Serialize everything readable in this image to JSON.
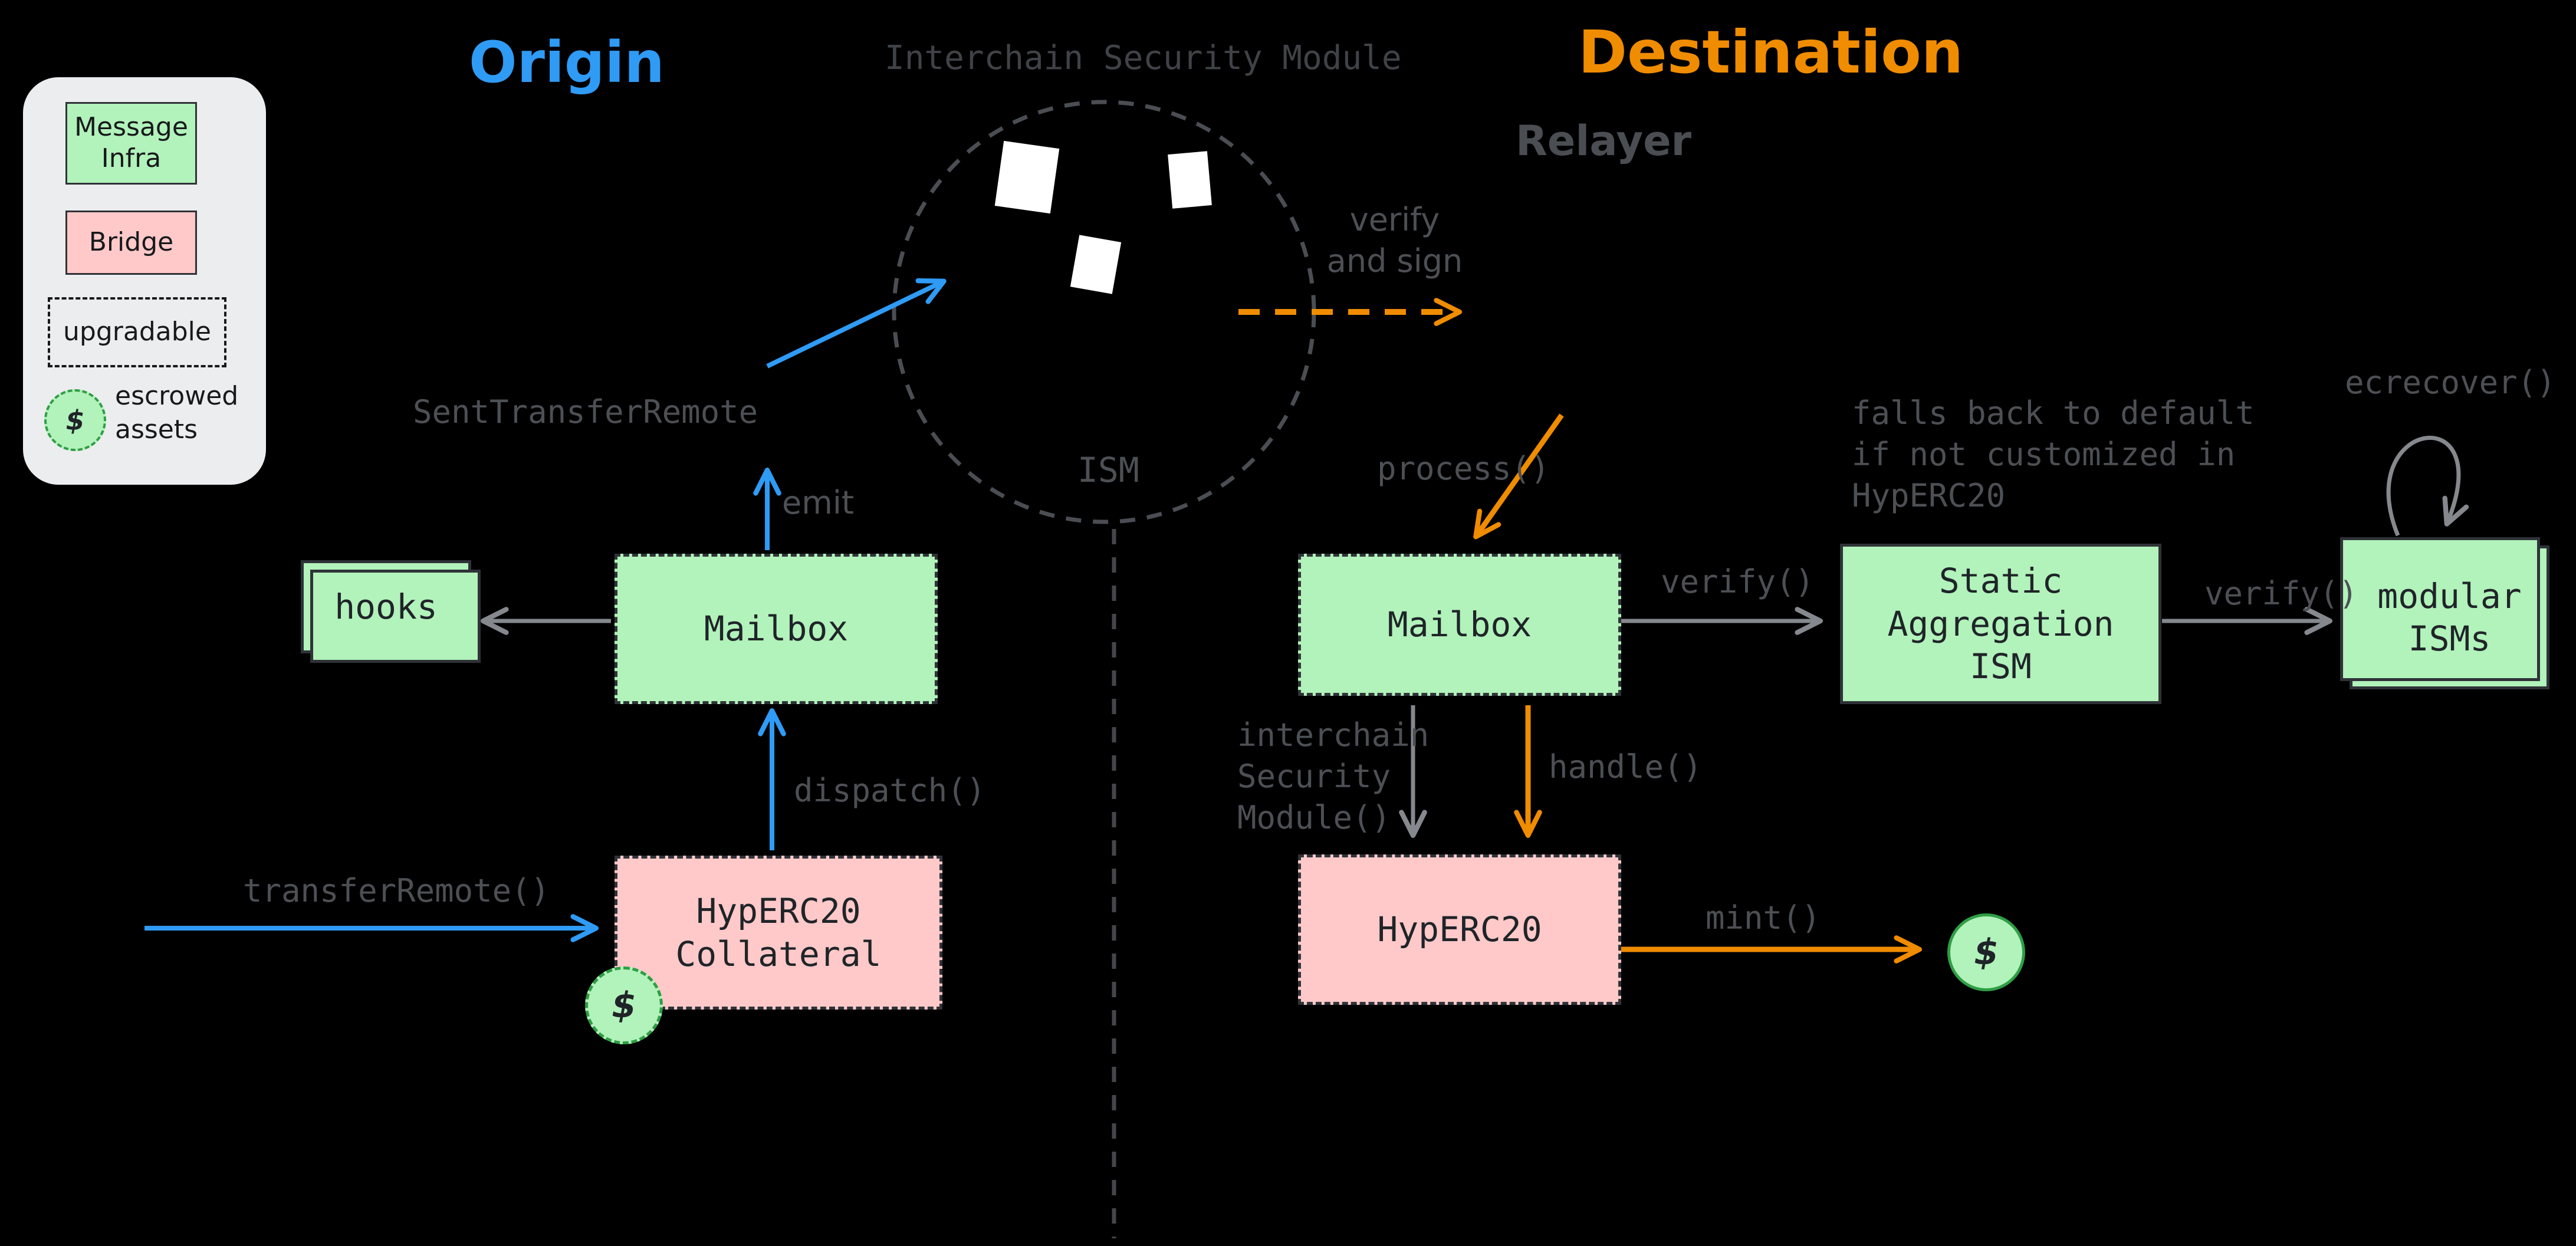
{
  "colors": {
    "background": "#000000",
    "blue_accent": "#2f9bf5",
    "orange_accent": "#f08c00",
    "green_fill": "#b2f2bb",
    "pink_fill": "#ffc9c9",
    "gray_label": "#4c5054",
    "gray_arrow": "#85898e",
    "legend_background": "#ecedef"
  },
  "headings": {
    "origin": "Origin",
    "ism": "Interchain Security Module",
    "destination": "Destination",
    "relayer": "Relayer"
  },
  "legend": {
    "message_infra": "Message\nInfra",
    "bridge": "Bridge",
    "upgradable": "upgradable",
    "dollar": "$",
    "escrowed": "escrowed\nassets"
  },
  "ism": {
    "label": "ISM",
    "verify_and_sign": "verify\nand sign"
  },
  "origin": {
    "hooks": "hooks",
    "mailbox": "Mailbox",
    "hyperc20_collateral": "HypERC20\nCollateral",
    "sent_transfer_remote": "SentTransferRemote",
    "emit": "emit",
    "dispatch": "dispatch()",
    "transfer_remote": "transferRemote()",
    "dollar": "$"
  },
  "destination": {
    "mailbox": "Mailbox",
    "hyperc20": "HypERC20",
    "static_aggregation_ism": "Static\nAggregation\nISM",
    "modular_isms": "modular\nISMs",
    "process": "process()",
    "verify_1": "verify()",
    "verify_2": "verify()",
    "interchain_security_module": "interchain\nSecurity\nModule()",
    "handle": "handle()",
    "mint": "mint()",
    "ecrecover": "ecrecover()",
    "falls_back_note": "falls back to default\nif not customized in\nHypERC20",
    "dollar": "$"
  }
}
